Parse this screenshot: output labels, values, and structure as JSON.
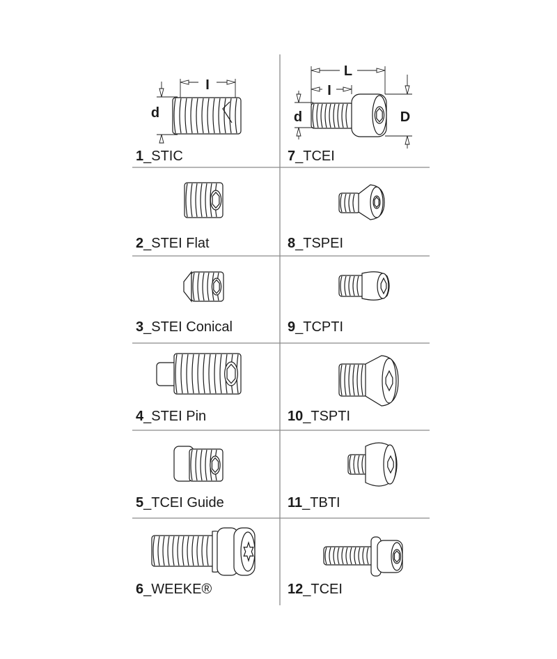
{
  "items": [
    {
      "num": "1",
      "name": "_STIC"
    },
    {
      "num": "2",
      "name": "_STEI Flat"
    },
    {
      "num": "3",
      "name": "_STEI Conical"
    },
    {
      "num": "4",
      "name": "_STEI Pin"
    },
    {
      "num": "5",
      "name": "_TCEI Guide"
    },
    {
      "num": "6",
      "name": "_WEEKE®"
    },
    {
      "num": "7",
      "name": "_TCEI"
    },
    {
      "num": "8",
      "name": "_TSPEI"
    },
    {
      "num": "9",
      "name": "_TCPTI"
    },
    {
      "num": "10",
      "name": "_TSPTI"
    },
    {
      "num": "11",
      "name": "_TBTI"
    },
    {
      "num": "12",
      "name": "_TCEI"
    }
  ],
  "dimensions": {
    "l_small": "I",
    "l_total": "L",
    "d_small": "d",
    "d_large": "D"
  },
  "colors": {
    "line": "#1a1a1a",
    "grid": "#8a8a8a"
  }
}
